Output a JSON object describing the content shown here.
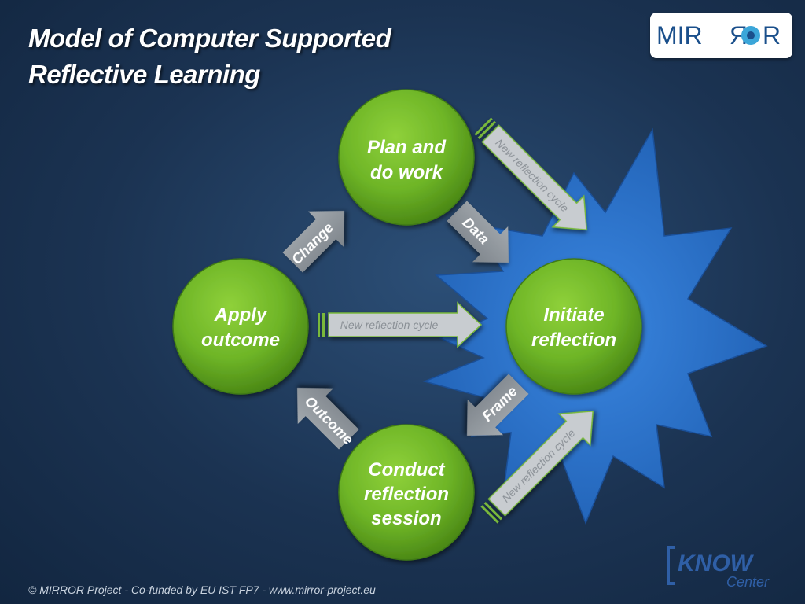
{
  "title": {
    "line1": "Model of Computer Supported",
    "line2": "Reflective Learning"
  },
  "logo": {
    "text": "MIRROR",
    "icon": "mirror-logo",
    "colors": {
      "text": "#1a4f8b",
      "eye": "#3ba6d9"
    }
  },
  "diagram": {
    "nodes": {
      "plan": {
        "lines": [
          "Plan and",
          "do work"
        ]
      },
      "apply": {
        "lines": [
          "Apply",
          "outcome"
        ]
      },
      "initiate": {
        "lines": [
          "Initiate",
          "reflection"
        ]
      },
      "conduct": {
        "lines": [
          "Conduct",
          "reflection",
          "session"
        ]
      }
    },
    "arrows": {
      "change": "Change",
      "data": "Data",
      "frame": "Frame",
      "outcome": "Outcome",
      "cycle_top": "New reflection cycle",
      "cycle_middle": "New reflection cycle",
      "cycle_bottom": "New reflection cycle"
    },
    "colors": {
      "node_green": "#6eb527",
      "starburst_blue": "#2a6fc4",
      "arrow_gray": "#8d949b",
      "cycle_arrow": "#c8ccd0",
      "cycle_arrow_border": "#79b83a"
    }
  },
  "footer": "© MIRROR Project - Co-funded by EU IST FP7 - www.mirror-project.eu",
  "know_center": {
    "line1": "KNOW",
    "line2": "Center",
    "color": "#2f5fa6"
  }
}
